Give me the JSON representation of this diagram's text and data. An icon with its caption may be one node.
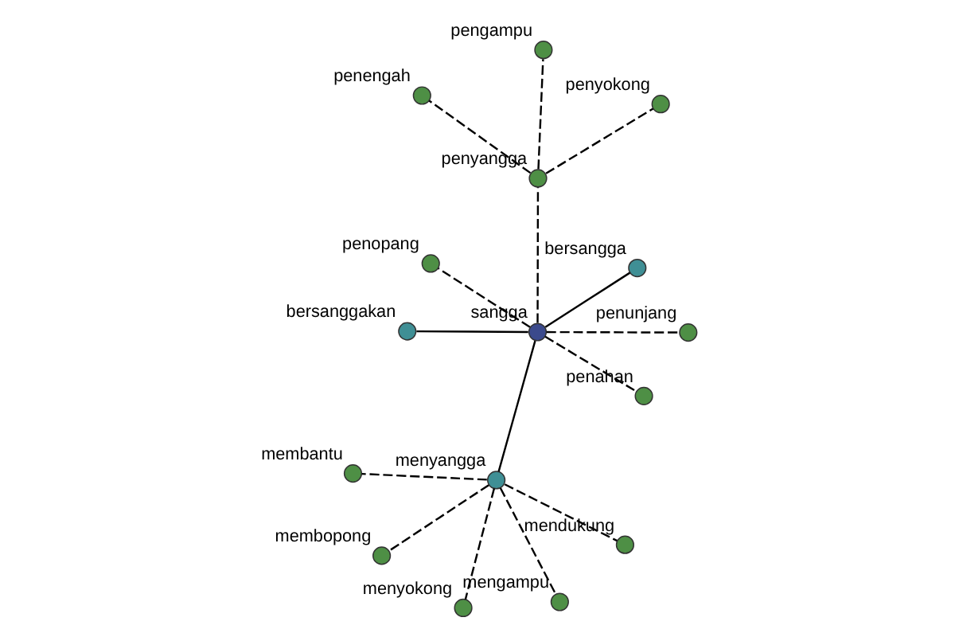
{
  "diagram": {
    "nodes": [
      {
        "text": [
          "sangga"
        ]
      },
      {
        "text": [
          "penyangga"
        ]
      },
      {
        "text": [
          "penyokong"
        ]
      },
      {
        "text": [
          "penengah"
        ]
      },
      {
        "text": [
          "pengampu"
        ]
      },
      {
        "text": [
          "menyangga"
        ]
      },
      {
        "text": [
          "membantu"
        ]
      },
      {
        "text": [
          "mendukung"
        ]
      },
      {
        "text": [
          "membopong"
        ]
      },
      {
        "text": [
          "mengampu"
        ]
      },
      {
        "text": [
          "menyokong"
        ]
      },
      {
        "text": [
          "bersanggakan"
        ]
      },
      {
        "text": [
          "penunjang"
        ]
      },
      {
        "text": [
          "bersangga"
        ]
      },
      {
        "text": [
          "penopang"
        ]
      },
      {
        "text": [
          "penahan"
        ]
      }
    ],
    "edges": [
      {
        "from": 0,
        "to": 1,
        "arrow": "none",
        "style": "dashed"
      },
      {
        "from": 1,
        "to": 2,
        "arrow": "none",
        "style": "dashed"
      },
      {
        "from": 1,
        "to": 3,
        "arrow": "none",
        "style": "dashed"
      },
      {
        "from": 1,
        "to": 4,
        "arrow": "none",
        "style": "dashed"
      },
      {
        "from": 0,
        "to": 5,
        "arrow": "none"
      },
      {
        "from": 5,
        "to": 6,
        "arrow": "none",
        "style": "dashed"
      },
      {
        "from": 5,
        "to": 7,
        "arrow": "none",
        "style": "dashed"
      },
      {
        "from": 5,
        "to": 8,
        "arrow": "none",
        "style": "dashed"
      },
      {
        "from": 5,
        "to": 9,
        "arrow": "none",
        "style": "dashed"
      },
      {
        "from": 5,
        "to": 10,
        "arrow": "none",
        "style": "dashed"
      },
      {
        "from": 0,
        "to": 11,
        "arrow": "none"
      },
      {
        "from": 0,
        "to": 12,
        "arrow": "none",
        "style": "dashed"
      },
      {
        "from": 0,
        "to": 13,
        "arrow": "none"
      },
      {
        "from": 0,
        "to": 14,
        "arrow": "none",
        "style": "dashed"
      },
      {
        "from": 0,
        "to": 15,
        "arrow": "none",
        "style": "dashed"
      }
    ]
  }
}
